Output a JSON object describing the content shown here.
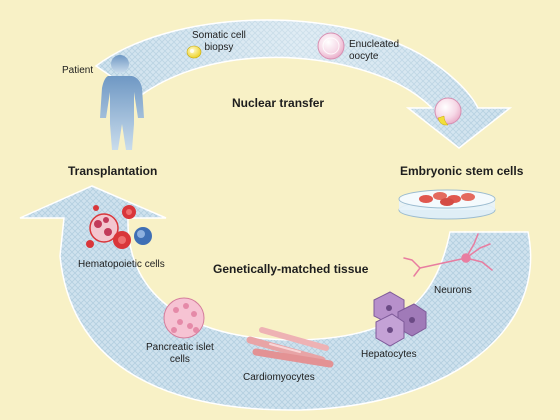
{
  "labels": {
    "patient": "Patient",
    "somatic_biopsy": "Somatic cell\nbiopsy",
    "enucleated_oocyte": "Enucleated\noocyte",
    "nuclear_transfer": "Nuclear transfer",
    "transplantation": "Transplantation",
    "embryonic_stem_cells": "Embryonic stem cells",
    "hematopoietic_cells": "Hematopoietic cells",
    "genetically_matched_tissue": "Genetically-matched tissue",
    "neurons": "Neurons",
    "pancreatic_islet_cells": "Pancreatic islet\ncells",
    "hepatocytes": "Hepatocytes",
    "cardiomyocytes": "Cardiomyocytes"
  },
  "colors": {
    "background": "#f8f1c6",
    "arrow_fill": "#cfe2ee",
    "arrow_mesh": "#b3cfe0",
    "patient_silhouette": "#8eb2d4",
    "somatic_cell": "#f2df3a",
    "oocyte": "#f2c7dc",
    "dish_cells": "#e0574e",
    "red_blood_cell": "#d9363a",
    "white_cell": "#3f6fb5",
    "neuron": "#e87da0",
    "hepatocyte": "#a07ab8",
    "islet": "#f0a7bf",
    "cardiomyocyte": "#e8a4a6"
  }
}
